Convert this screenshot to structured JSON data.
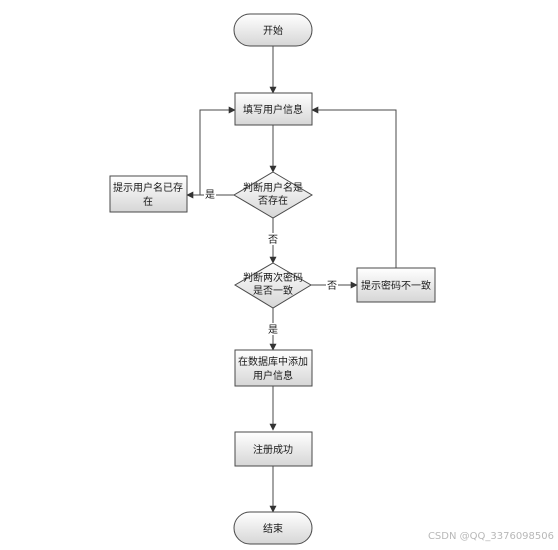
{
  "nodes": {
    "start": {
      "label": "开始"
    },
    "fill_info": {
      "label": "填写用户信息"
    },
    "check_username": {
      "label_line1": "判断用户名是",
      "label_line2": "否存在"
    },
    "username_exists": {
      "label_line1": "提示用户名已存",
      "label_line2": "在"
    },
    "check_password": {
      "label_line1": "判断两次密码",
      "label_line2": "是否一致"
    },
    "password_mismatch": {
      "label": "提示密码不一致"
    },
    "add_to_db": {
      "label_line1": "在数据库中添加",
      "label_line2": "用户信息"
    },
    "register_success": {
      "label": "注册成功"
    },
    "end": {
      "label": "结束"
    }
  },
  "edges": {
    "username_yes": "是",
    "username_no": "否",
    "password_no": "否",
    "password_yes": "是"
  },
  "watermark": "CSDN @QQ_3376098506",
  "colors": {
    "stroke": "#4a4a4a",
    "fill_top": "#ffffff",
    "fill_bottom": "#d9d9d9"
  }
}
